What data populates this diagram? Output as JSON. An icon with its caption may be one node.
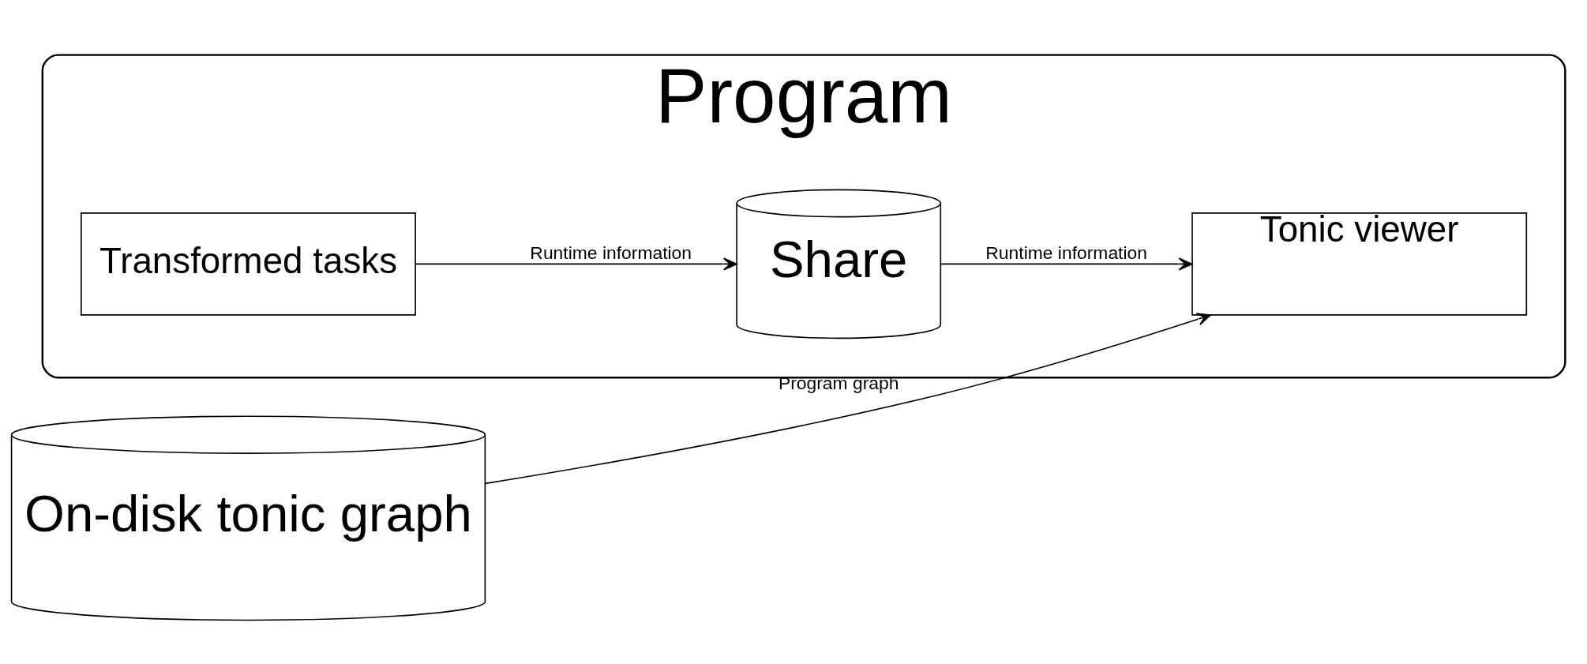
{
  "diagram": {
    "nodes": [
      {
        "text": [
          "Program"
        ]
      },
      {
        "text": [
          "Transformed tasks"
        ],
        "in": 0
      },
      {
        "text": [
          "Share"
        ],
        "in": 0
      },
      {
        "text": [
          "Tonic viewer"
        ],
        "in": 0
      },
      {
        "text": [
          "On-disk tonic graph"
        ]
      }
    ],
    "edges": [
      {
        "from": 1,
        "to": 2,
        "arrow": "to",
        "label": "Runtime information"
      },
      {
        "from": 2,
        "to": 3,
        "arrow": "to",
        "label": "Runtime information"
      },
      {
        "from": 4,
        "to": 3,
        "arrow": "to",
        "label": "Program graph"
      }
    ]
  }
}
